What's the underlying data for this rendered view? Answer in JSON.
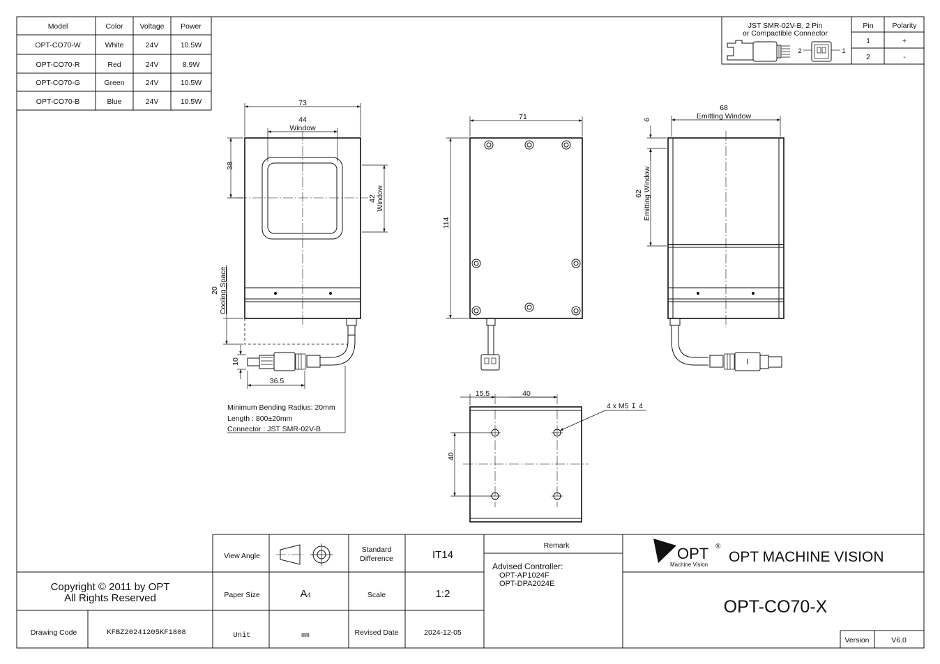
{
  "spec_table": {
    "headers": [
      "Model",
      "Color",
      "Voltage",
      "Power"
    ],
    "rows": [
      [
        "OPT-CO70-W",
        "White",
        "24V",
        "10.5W"
      ],
      [
        "OPT-CO70-R",
        "Red",
        "24V",
        "8.9W"
      ],
      [
        "OPT-CO70-G",
        "Green",
        "24V",
        "10.5W"
      ],
      [
        "OPT-CO70-B",
        "Blue",
        "24V",
        "10.5W"
      ]
    ]
  },
  "connector_table": {
    "title_line1": "JST SMR-02V-B, 2 Pin",
    "title_line2": "or Compactible Connector",
    "pin_header": "Pin",
    "polarity_header": "Polarity",
    "rows": [
      [
        "1",
        "+"
      ],
      [
        "2",
        "-"
      ]
    ],
    "pin_label_left": "2",
    "pin_label_right": "1"
  },
  "front_view": {
    "dim_width": "73",
    "dim_window_w": "44",
    "window_label": "Window",
    "dim_top": "38",
    "dim_window_h": "42",
    "dim_cooling": "20",
    "cooling_label": "Cooling Space",
    "dim_conn_h": "10",
    "dim_conn_len": "36.5"
  },
  "back_view": {
    "dim_width": "71",
    "dim_height": "114"
  },
  "side_view": {
    "dim_window": "68",
    "emitting_label": "Emitting Window",
    "dim_top": "6",
    "dim_window_h": "62"
  },
  "mount_view": {
    "dim_offset": "15.5",
    "dim_spacing_x": "40",
    "dim_spacing_y": "40",
    "hole_note": "4 x M5 ↧ 4"
  },
  "cable_notes": {
    "line1": "Minimum Bending Radius: 20mm",
    "line2": "Length : 800±20mm",
    "line3": "Connector : JST SMR-02V-B"
  },
  "title_block": {
    "copyright_line1": "Copyright © 2011 by OPT",
    "copyright_line2": "All Rights Reserved",
    "drawing_code_label": "Drawing Code",
    "drawing_code_value": "KFBZ20241205KF1808",
    "view_angle_label": "View Angle",
    "standard_diff_line1": "Standard",
    "standard_diff_line2": "Difference",
    "standard_diff_value": "IT14",
    "paper_size_label": "Paper Size",
    "paper_size_value": "A",
    "paper_size_sub": "4",
    "scale_label": "Scale",
    "scale_value": "1:2",
    "unit_label": "Unit",
    "unit_value": "mm",
    "revised_date_label": "Revised Date",
    "revised_date_value": "2024-12-05",
    "remark_label": "Remark",
    "remark_line1": "Advised Controller:",
    "remark_line2": "OPT-AP1024F",
    "remark_line3": "OPT-DPA2024E",
    "logo_text": "OPT",
    "logo_reg": "®",
    "logo_sub": "Machine Vision",
    "company_name": "OPT MACHINE VISION",
    "product_name": "OPT-CO70-X",
    "version_label": "Version",
    "version_value": "V6.0"
  }
}
